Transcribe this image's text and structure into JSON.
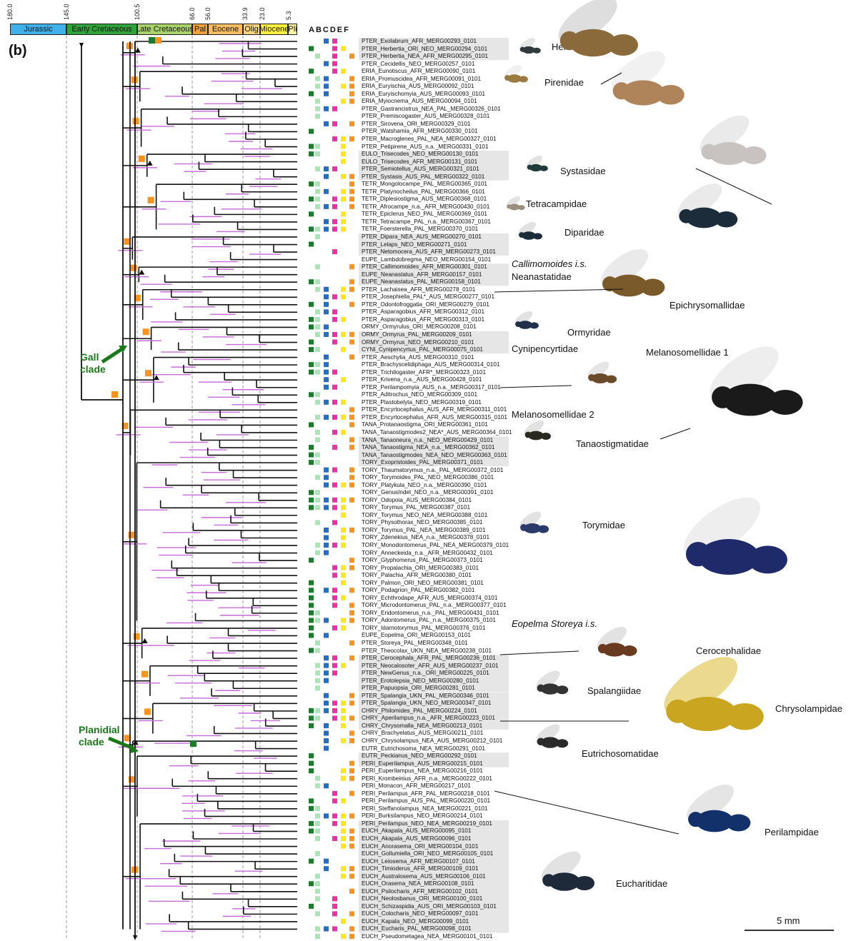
{
  "panel_label": "(b)",
  "column_letters": "ABCDEF",
  "timescale": {
    "ticks": [
      "180.0",
      "145.0",
      "100.5",
      "66.0",
      "56.0",
      "33.9",
      "23.0",
      "5.3"
    ],
    "periods": [
      {
        "label": "Jurassic",
        "color": "#3fb1e8"
      },
      {
        "label": "Early Cretaceous",
        "color": "#2fa33a"
      },
      {
        "label": "Late Cretaceous",
        "color": "#a9d26b"
      },
      {
        "label": "Pal",
        "color": "#f0a23c"
      },
      {
        "label": "Eocene",
        "color": "#f6bd62"
      },
      {
        "label": "Olig",
        "color": "#f9d47a"
      },
      {
        "label": "Miocene",
        "color": "#fff13d"
      },
      {
        "label": "Pli",
        "color": "#fff6a6"
      }
    ]
  },
  "clades": {
    "gall": "Gall\nclade",
    "planidial": "Planidial\nclade"
  },
  "scale_bar": "5 mm",
  "families": [
    {
      "label": "Herbertiidae"
    },
    {
      "label": "Pirenidae"
    },
    {
      "label": "Systasidae"
    },
    {
      "label": "Tetracampidae"
    },
    {
      "label": "Diparidae"
    },
    {
      "label": "Callimomoides i.s."
    },
    {
      "label": "Neanastatidae"
    },
    {
      "label": "Epichrysomallidae"
    },
    {
      "label": "Ormyridae"
    },
    {
      "label": "Cynipencyrtidae"
    },
    {
      "label": "Melanosomellidae 1"
    },
    {
      "label": "Melanosomellidae 2"
    },
    {
      "label": "Tanaostigmatidae"
    },
    {
      "label": "Torymidae"
    },
    {
      "label": "Eopelma Storeya i.s."
    },
    {
      "label": "Cerocephalidae"
    },
    {
      "label": "Spalangiidae"
    },
    {
      "label": "Chrysolampidae"
    },
    {
      "label": "Eutrichosomatidae"
    },
    {
      "label": "Perilampidae"
    },
    {
      "label": "Eucharitidae"
    }
  ],
  "taxa": [
    "PTER_Exolabrum_AFR_MERG00293_0101",
    "PTER_Herbertia_ORI_NEO_MERG00294_0101",
    "PTER_Herbertia_NEA_AFR_MERG00295_0101",
    "PTER_Cecidellis_NEO_MERG00257_0101",
    "ERIA_Eunotiscus_AFR_MERG00090_0101",
    "ERIA_Promuscidea_AFR_MERG00091_0101",
    "ERIA_Euryischia_AUS_MERG00092_0101",
    "ERIA_Euryischomyia_AUS_MERG00093_0101",
    "ERIA_Myiocnema_AUS_MERG00094_0101",
    "PTER_Gastrancistrus_NEA_PAL_MERG00326_0101",
    "PTER_Premiscogaster_AUS_MERG00328_0101",
    "PTER_Sirovena_ORI_MERG00329_0101",
    "PTER_Watshamia_AFR_MERG00330_0101",
    "PTER_Macroglenes_PAL_NEA_MERG00327_0101",
    "PTER_Petipirene_AUS_n.a._MERG00331_0101",
    "EULO_Trisecodes_NEO_MERG00130_0101",
    "EULO_Trisecodes_AFR_MERG00131_0101",
    "PTER_Semiotellus_AUS_MERG00321_0101",
    "PTER_Systasis_AUS_PAL_MERG00322_0101",
    "TETR_Mongolocampe_PAL_MERG00365_0101",
    "TETR_Platynocheilus_PAL_MERG00366_0101",
    "TETR_Diplesiostigma_AUS_MERG00368_0101",
    "TETR_Afrocampe_n.a._AFR_MERG00430_0101",
    "TETR_Epiclerus_NEO_PAL_MERG00369_0101",
    "TETR_Tetracampe_PAL_n.a._MERG00367_0101",
    "TETR_Foersterella_PAL_MERG00370_0101",
    "PTER_Dipara_NEA_AUS_MERG00270_0101",
    "PTER_Lelaps_NEO_MERG00271_0101",
    "PTER_Netomocera_AUS_AFR_MERG00273_0101",
    "EUPE_Lambdobregma_NEO_MERG00154_0101",
    "PTER_Callimomoides_AFR_MERG00301_0101",
    "EUPE_Neanastatus_AFR_MERG00157_0101",
    "EUPE_Neanastatus_PAL_MERG00158_0101",
    "PTER_Lachaisea_AFR_MERG00278_0101",
    "PTER_Josephiella_PAL*_AUS_MERG00277_0101",
    "PTER_Odontofroggatia_ORI_MERG00279_0101",
    "PTER_Asparagobius_AFR_MERG00312_0101",
    "PTER_Asparagobius_AFR_MERG00313_0101",
    "ORMY_Ormyrulus_ORI_MERG00208_0101",
    "ORMY_Ormyrus_PAL_MERG00209_0101",
    "ORMY_Ormyrus_NEO_MERG00210_0101",
    "CYNI_Cynipencyrtus_PAL_MERG00075_0101",
    "PTER_Aeschylia_AUS_MERG00310_0101",
    "PTER_Brachyscelidiphaga_AUS_MERG00314_0101",
    "PTER_Trichilogaster_AFR*_MERG00323_0101",
    "PTER_Krivena_n.a._AUS_MERG00428_0101",
    "PTER_Perilampomyia_AUS_n.a._MERG00317_0101",
    "PTER_Aditrochus_NEO_MERG00309_0101",
    "PTER_Plastobelyta_NEO_MERG00319_0101",
    "PTER_Encyrtocephalus_AUS_AFR_MERG00311_0101",
    "PTER_Encyrtocephalus_AFR_AUS_MERG00315_0101",
    "TANA_Protanaostigma_ORI_MERG00361_0101",
    "TANA_Tanaostigmodes2_NEA*_AUS_MERG00364_0101",
    "TANA_Tanaoneura_n.a._NEO_MERG00429_0101",
    "TANA_Tanaostigma_NEA_n.a._MERG00362_0101",
    "TANA_Tanaostigmodes_NEA_NEO_MERG00363_0101",
    "TORY_Exopristoides_PAL_MERG00371_0101",
    "TORY_Thaumatorymus_n.a._PAL_MERG00372_0101",
    "TORY_Torymoides_PAL_NEO_MERG00386_0101",
    "TORY_Platykula_NEO_n.a._MERG00390_0101",
    "TORY_GenusIndet_NEO_n.a._MERG00391_0101",
    "TORY_Odopoia_AUS_MERG00384_0101",
    "TORY_Torymus_PAL_MERG00387_0101",
    "TORY_Torymus_NEO_NEA_MERG00388_0101",
    "TORY_Physothorax_NEO_MERG00385_0101",
    "TORY_Torymus_PAL_NEA_MERG00389_0101",
    "TORY_Zdenekius_NEA_n.a._MERG00378_0101",
    "TORY_Monodontomerus_PAL_NEA_MERG00379_0101",
    "TORY_Anneckeida_n.a._AFR_MERG00432_0101",
    "TORY_Glyphomerus_PAL_MERG00373_0101",
    "TORY_Propalachia_ORI_MERG00383_0101",
    "TORY_Palachia_AFR_MERG00380_0101",
    "TORY_Palmon_ORI_NEO_MERG00381_0101",
    "TORY_Podagrion_PAL_MERG00382_0101",
    "TORY_Echthrodape_AFR_AUS_MERG00374_0101",
    "TORY_Microdontomerus_PAL_n.a._MERG00377_0101",
    "TORY_Eridontomerus_n.a._PAL_MERG00431_0101",
    "TORY_Adontomerus_PAL_n.a._MERG00375_0101",
    "TORY_Idarnotorymus_PAL_MERG00376_0101",
    "EUPE_Eopelma_ORI_MERG00153_0101",
    "PTER_Storeya_PAL_MERG00348_0101",
    "PTER_Theocolax_UKN_NEA_MERG00238_0101",
    "PTER_Cerocephala_AFR_PAL_MERG00236_0101",
    "PTER_Neocalosoter_AFR_AUS_MERG00237_0101",
    "PTER_NewGenus_n.a._ORI_MERG00225_0101",
    "PTER_Erotolepsia_NEO_MERG00280_0101",
    "PTER_Papuopsia_ORI_MERG00281_0101",
    "PTER_Spalangia_UKN_PAL_MERG00346_0101",
    "PTER_Spalangia_UKN_NEO_MERG00347_0101",
    "CHRY_Philomides_PAL_MERG00224_0101",
    "CHRY_Aperilampus_n.a._AFR_MERG00223_0101",
    "CHRY_Chrysomalla_NEA_MERG00213_0101",
    "CHRY_Brachyelatus_AUS_MERG00211_0101",
    "CHRY_Chrysolampus_NEA_AUS_MERG00212_0101",
    "EUTR_Eutrichosoma_NEA_MERG00291_0101",
    "EUTR_Peckianus_NEO_MERG00292_0101",
    "PERI_Euperilampus_AUS_MERG00215_0101",
    "PERI_Euperilampus_NEA_MERG00216_0101",
    "PERI_Krombeinius_AFR_n.a._MERG00222_0101",
    "PERI_Monacon_AFR_MERG00217_0101",
    "PERI_Perilampus_AFR_PAL_MERG00218_0101",
    "PERI_Perilampus_AUS_PAL_MERG00220_0101",
    "PERI_Steffanolampus_NEA_MERG00221_0101",
    "PERI_Burksilampus_NEO_MERG00214_0101",
    "PERI_Perilampus_NEO_NEA_MERG00219_0101",
    "EUCH_Akapala_AUS_MERG00095_0101",
    "EUCH_Akapala_AUS_MERG00096_0101",
    "EUCH_Anorasema_ORI_MERG00104_0101",
    "EUCH_Gollumiella_ORI_NEO_MERG00105_0101",
    "EUCH_Leiosema_AFR_MERG00107_0101",
    "EUCH_Timioderus_AFR_MERG00109_0101",
    "EUCH_Australosema_AUS_MERG00106_0101",
    "EUCH_Orasema_NEA_MERG00108_0101",
    "EUCH_Psilocharis_AFR_MERG00102_0101",
    "EUCH_Neolosbanus_ORI_MERG00100_0101",
    "EUCH_Schizaspidia_AUS_ORI_MERG00103_0101",
    "EUCH_Colocharis_NEO_MERG00097_0101",
    "EUCH_Kapala_NEO_MERG00099_0101",
    "EUCH_Eucharis_PAL_MERG00098_0101",
    "EUCH_Pseudometagea_NEA_MERG00101_0101"
  ],
  "colors": {
    "trait_A": "#1f7a2e",
    "trait_B": "#a8e6b4",
    "trait_C": "#1f6fd0",
    "trait_D": "#ee2fa6",
    "trait_E": "#ffe619",
    "trait_F": "#f7931e",
    "branch": "#111111",
    "ci_bar": "#c56ad9",
    "clade_arrow": "#1a7a1a"
  }
}
